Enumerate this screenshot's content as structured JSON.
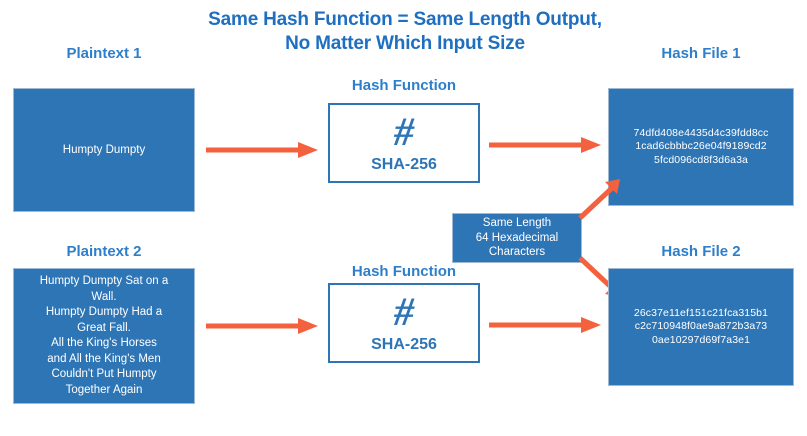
{
  "title": {
    "line1": "Same Hash Function = Same Length Output,",
    "line2": "No Matter Which Input Size"
  },
  "colors": {
    "brand_blue": "#2E75B6",
    "title_blue": "#1F6FC0",
    "caption_blue": "#2E7FCB",
    "arrow_coral": "#F4613E",
    "box_border": "#9DB9D6",
    "background": "#FFFFFF"
  },
  "inputs": [
    {
      "caption": "Plaintext 1",
      "content": "Humpty Dumpty"
    },
    {
      "caption": "Plaintext 2",
      "content": "Humpty Dumpty Sat on a Wall.\nHumpty Dumpty Had a Great Fall.\nAll the King's Horses and All the King's Men Couldn't Put Humpty Together Again",
      "lines": [
        "Humpty Dumpty Sat on a",
        "Wall.",
        "Humpty Dumpty Had a",
        "Great Fall.",
        "All the King's Horses",
        "and All the King's Men",
        "Couldn't Put Humpty",
        "Together Again"
      ]
    }
  ],
  "hash_functions": [
    {
      "caption": "Hash Function",
      "glyph": "#",
      "algorithm": "SHA-256"
    },
    {
      "caption": "Hash Function",
      "glyph": "#",
      "algorithm": "SHA-256"
    }
  ],
  "outputs": [
    {
      "caption": "Hash File 1",
      "digest": "74dfd408e4435d4c39fdd8cc1cad6cbbbc26e04f9189cd25fcd096cd8f3d6a3a",
      "lines": [
        "74dfd408e4435d4c39fdd8cc",
        "1cad6cbbbc26e04f9189cd2",
        "5fcd096cd8f3d6a3a"
      ]
    },
    {
      "caption": "Hash File 2",
      "digest": "26c37e11ef151c21fca315b1c2c710948f0ae9a872b3a730ae10297d69f7a3e1",
      "lines": [
        "26c37e11ef151c21fca315b1",
        "c2c710948f0ae9a872b3a73",
        "0ae10297d69f7a3e1"
      ]
    }
  ],
  "annotation": {
    "lines": [
      "Same Length",
      "64 Hexadecimal",
      "Characters"
    ]
  }
}
